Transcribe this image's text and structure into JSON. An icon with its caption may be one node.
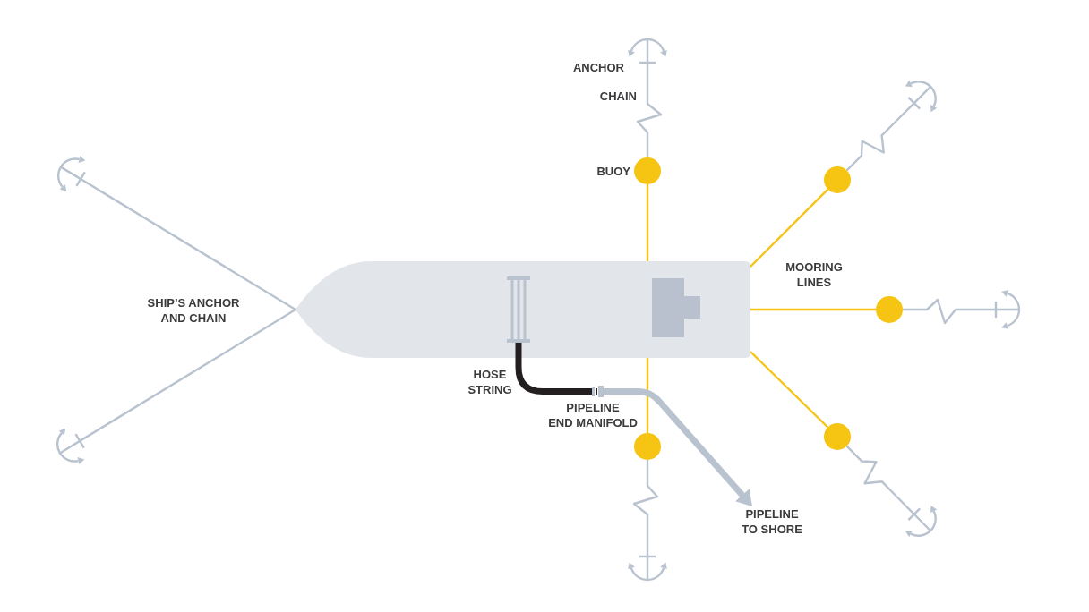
{
  "diagram": {
    "nodes": [
      {
        "text": [],
        "shape": "picture",
        "beside": [
          "ANCHOR"
        ]
      },
      {
        "text": [],
        "shape": "picture"
      },
      {
        "text": [],
        "shape": "circle",
        "beside": [
          "BUOY"
        ]
      },
      {
        "text": [],
        "shape": "circle"
      },
      {
        "text": [],
        "shape": "picture"
      },
      {
        "text": [],
        "shape": "picture"
      },
      {
        "text": [],
        "shape": "picture",
        "in": 5
      },
      {
        "text": [],
        "shape": "circle"
      },
      {
        "text": [],
        "shape": "picture"
      },
      {
        "text": [],
        "shape": "picture",
        "beside": [
          "PIPELINE END MANIFOLD"
        ]
      },
      {
        "text": [],
        "shape": "circle"
      },
      {
        "text": [],
        "shape": "circle"
      },
      {
        "text": [],
        "shape": "picture"
      },
      {
        "text": [],
        "shape": "picture"
      },
      {
        "text": [],
        "shape": "picture"
      },
      {
        "text": [
          "PIPELINE TO SHORE"
        ]
      }
    ],
    "edges": [
      {
        "from": 5,
        "to": 2,
        "arrow": "none",
        "color": "#f6c413"
      },
      {
        "from": 2,
        "to": 0,
        "arrow": "none"
      },
      {
        "from": 5,
        "to": 3,
        "arrow": "none",
        "color": "#f6c413"
      },
      {
        "from": 3,
        "to": 1,
        "arrow": "none"
      },
      {
        "from": 5,
        "to": 7,
        "arrow": "none",
        "color": "#f6c413"
      },
      {
        "from": 7,
        "to": 8,
        "arrow": "none"
      },
      {
        "from": 5,
        "to": 10,
        "arrow": "none",
        "color": "#f6c413"
      },
      {
        "from": 10,
        "to": 13,
        "arrow": "none"
      },
      {
        "from": 5,
        "to": 11,
        "arrow": "none",
        "color": "#f6c413"
      },
      {
        "from": 11,
        "to": 14,
        "arrow": "none"
      },
      {
        "from": 5,
        "to": 4,
        "arrow": "none"
      },
      {
        "from": 5,
        "to": 12,
        "arrow": "none"
      },
      {
        "from": 6,
        "to": 9,
        "arrow": "none",
        "style": "thick",
        "color": "#231f20"
      },
      {
        "from": 9,
        "to": 15,
        "arrow": "to",
        "style": "thick"
      }
    ],
    "labels": [
      "CHAIN",
      "MOORING LINES",
      "SHIP’S ANCHOR AND CHAIN",
      "HOSE STRING"
    ]
  }
}
